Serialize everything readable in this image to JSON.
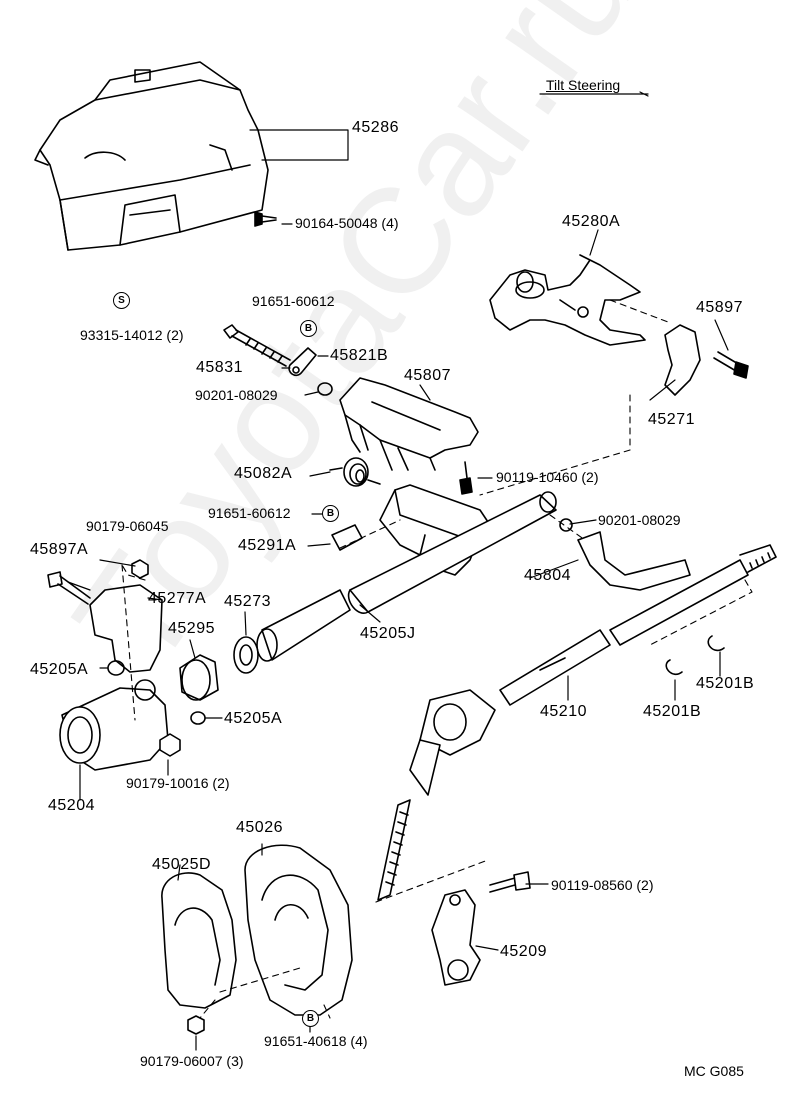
{
  "title": "Tilt Steering",
  "footer_code": "MC  G085",
  "watermark": "ToyotaCar.ru",
  "symbols": {
    "s": "S",
    "b": "B"
  },
  "parts": {
    "p45286": "45286",
    "p90164": "90164-50048 (4)",
    "p93315": "93315-14012 (2)",
    "p91651a": "91651-60612",
    "p45831": "45831",
    "p45821b": "45821B",
    "p90201a": "90201-08029",
    "p45807": "45807",
    "p45280a": "45280A",
    "p45897": "45897",
    "p45271": "45271",
    "p45082a": "45082A",
    "p90119a": "90119-10460 (2)",
    "p91651b": "91651-60612",
    "p90201b": "90201-08029",
    "p90179a": "90179-06045",
    "p45291a": "45291A",
    "p45897a": "45897A",
    "p45277a": "45277A",
    "p45273": "45273",
    "p45804": "45804",
    "p45295": "45295",
    "p45205j": "45205J",
    "p45205a1": "45205A",
    "p45201b1": "45201B",
    "p45201b2": "45201B",
    "p45210": "45210",
    "p45205a2": "45205A",
    "p90179b": "90179-10016 (2)",
    "p45204": "45204",
    "p45026": "45026",
    "p45025d": "45025D",
    "p90119b": "90119-08560 (2)",
    "p45209": "45209",
    "p91651c": "91651-40618 (4)",
    "p90179c": "90179-06007 (3)"
  }
}
